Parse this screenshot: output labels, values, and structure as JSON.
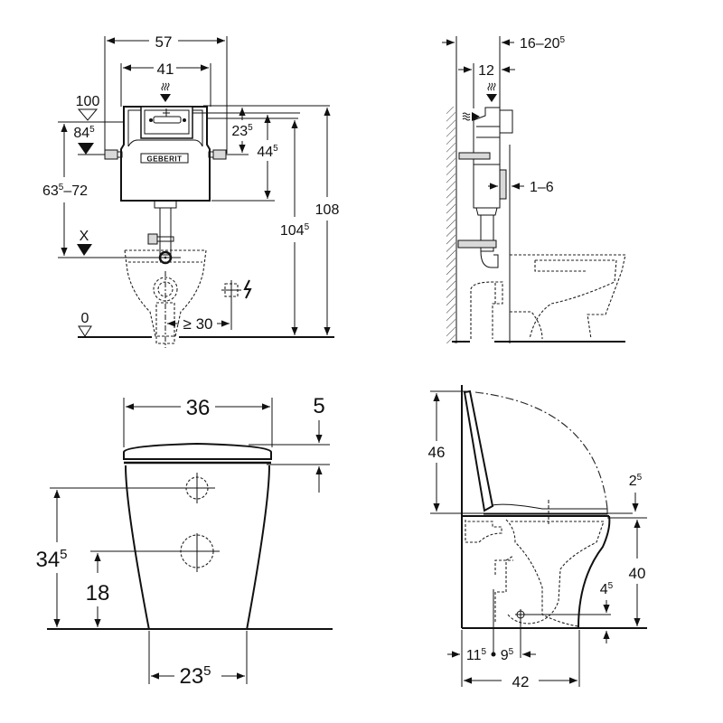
{
  "figure": {
    "type": "technical-dimension-drawing",
    "units": "cm",
    "colors": {
      "line": "#111111",
      "background": "#ffffff"
    }
  },
  "views": {
    "cistern_front": {
      "name": "Concealed cistern front elevation",
      "brand_plate": "GEBERIT",
      "width_outer": "57",
      "width_inner": "41",
      "level_100": "100",
      "level_84": {
        "main": "84",
        "sup": "5"
      },
      "range_63_72": {
        "main": "63",
        "sup": "5",
        "tail": "–72"
      },
      "level_x": "X",
      "level_0": "0",
      "dim_23": {
        "main": "23",
        "sup": "5"
      },
      "dim_44": {
        "main": "44",
        "sup": "5"
      },
      "dim_104": {
        "main": "104",
        "sup": "5"
      },
      "dim_108": "108",
      "dim_ge30": "≥ 30",
      "icons": [
        "water-supply-icon",
        "electrical-connection-icon"
      ]
    },
    "cistern_side": {
      "name": "Cistern side section",
      "dim_16_20": {
        "main": "16–20",
        "sup": "5"
      },
      "dim_12": "12",
      "dim_1_6": "1–6"
    },
    "wc_front": {
      "name": "WC front elevation",
      "dim_36": "36",
      "dim_5": "5",
      "dim_34": {
        "main": "34",
        "sup": "5"
      },
      "dim_18": "18",
      "dim_23": {
        "main": "23",
        "sup": "5"
      }
    },
    "wc_side": {
      "name": "WC side elevation",
      "dim_46": "46",
      "dim_2": {
        "main": "2",
        "sup": "5"
      },
      "dim_40": "40",
      "dim_4": {
        "main": "4",
        "sup": "5"
      },
      "dim_11": {
        "main": "11",
        "sup": "5"
      },
      "dim_9": {
        "main": "9",
        "sup": "5"
      },
      "dim_42": "42"
    }
  }
}
